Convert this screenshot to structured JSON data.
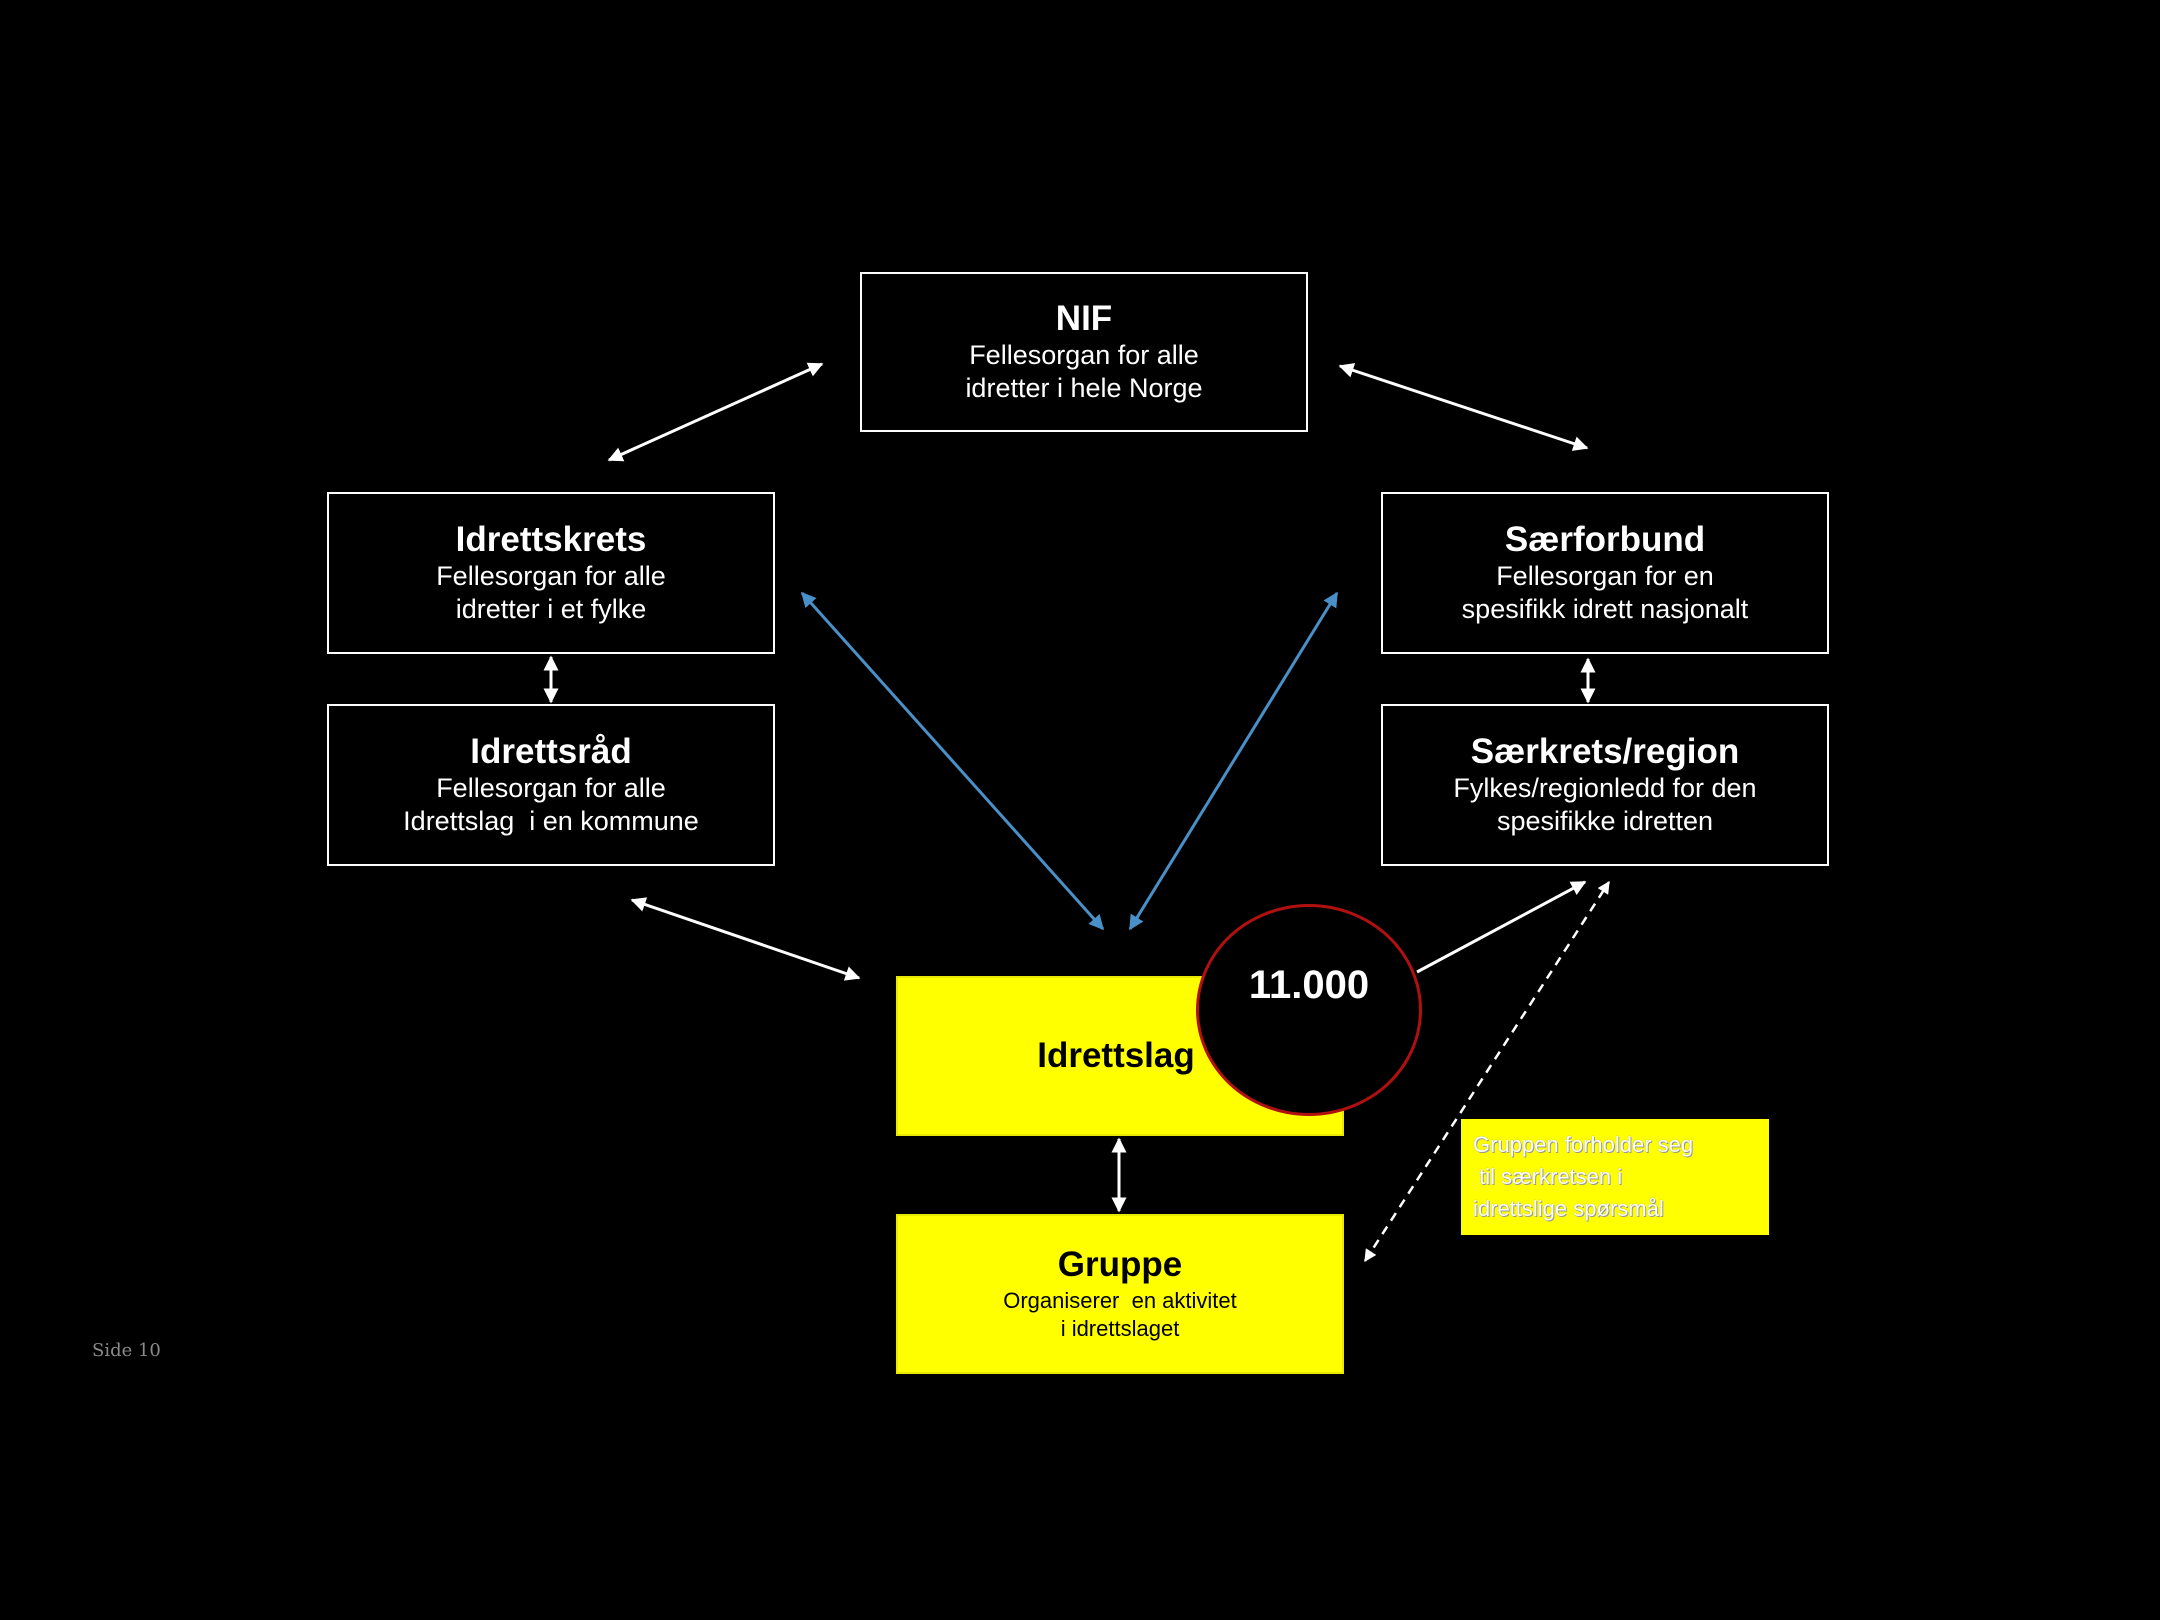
{
  "nodes": {
    "nif": {
      "title": "NIF",
      "line1": "Fellesorgan for alle",
      "line2": "idretter i hele Norge"
    },
    "idrettskrets": {
      "title": "Idrettskrets",
      "line1": "Fellesorgan for alle",
      "line2": "idretter i et fylke"
    },
    "idrettsrad": {
      "title": "Idrettsråd",
      "line1": "Fellesorgan for alle",
      "line2": "Idrettslag  i en kommune"
    },
    "saerforbund": {
      "title": "Særforbund",
      "line1": "Fellesorgan for en",
      "line2": "spesifikk idrett nasjonalt"
    },
    "saerkrets": {
      "title": "Særkrets/region",
      "line1": "Fylkes/regionledd for den",
      "line2": "spesifikke idretten"
    },
    "idrettslag": {
      "title": "Idrettslag"
    },
    "gruppe": {
      "title": "Gruppe",
      "line1": "Organiserer  en aktivitet",
      "line2": "i idrettslaget"
    }
  },
  "count_badge": "11.000",
  "note": "Gruppen forholder seg\n til særkretsen i\nidrettslige spørsmål",
  "footer": "Side 10",
  "colors": {
    "background": "#000000",
    "box_border": "#ffffff",
    "highlight": "#ffff00",
    "arrow_white": "#ffffff",
    "arrow_blue": "#4a90c8",
    "badge_border": "#b01010"
  }
}
